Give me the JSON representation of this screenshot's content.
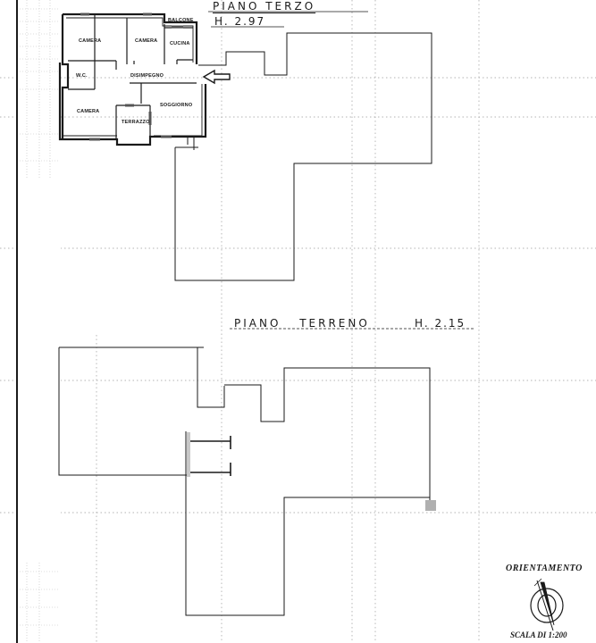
{
  "document": {
    "type": "floor-plan",
    "colors": {
      "ink": "#1a1a1a",
      "grid": "#9a9a9a",
      "paper": "#ffffff"
    }
  },
  "upper_floor": {
    "title": "PIANO TERZO",
    "height_label": "H. 2.97",
    "entrance_marker": "arrow-left-icon",
    "rooms": [
      {
        "name": "CAMERA"
      },
      {
        "name": "CAMERA"
      },
      {
        "name": "BALCONE"
      },
      {
        "name": "CUCINA"
      },
      {
        "name": "W.C."
      },
      {
        "name": "DISIMPEGNO"
      },
      {
        "name": "CAMERA"
      },
      {
        "name": "TERRAZZO"
      },
      {
        "name": "SOGGIORNO"
      }
    ]
  },
  "ground_floor": {
    "title": "PIANO TERRENO",
    "height_label": "H. 2.15"
  },
  "legend": {
    "orientation_label": "ORIENTAMENTO",
    "orientation_icon": "compass-north-icon",
    "scale_label": "SCALA DI 1:200"
  }
}
